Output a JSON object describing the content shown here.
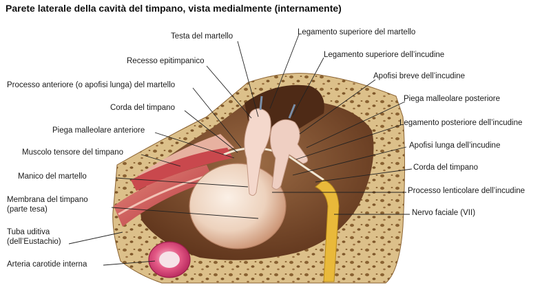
{
  "title": "Parete laterale della cavità del timpano, vista medialmente (internamente)",
  "labels": {
    "testa_martello": "Testa del martello",
    "leg_sup_martello": "Legamento superiore del martello",
    "recesso": "Recesso epitimpanico",
    "leg_sup_incudine": "Legamento superiore dell’incudine",
    "apofisi_breve": "Apofisi breve dell’incudine",
    "processo_anteriore": "Processo anteriore (o apofisi lunga) del martello",
    "piega_post": "Piega malleolare posteriore",
    "corda_timpano_1": "Corda del timpano",
    "leg_post_incudine": "Legamento posteriore dell’incudine",
    "piega_ant": "Piega malleolare anteriore",
    "apofisi_lunga": "Apofisi lunga dell’incudine",
    "muscolo_tensore": "Muscolo tensore del timpano",
    "corda_timpano_2": "Corda del timpano",
    "manico": "Manico del martello",
    "processo_lenticolare": "Processo lenticolare dell’incudine",
    "membrana_1": "Membrana del timpano",
    "membrana_2": "(parte tesa)",
    "nervo_faciale": "Nervo faciale (VII)",
    "tuba_1": "Tuba uditiva",
    "tuba_2": "(dell’Eustachio)",
    "arteria": "Arteria carotide interna"
  },
  "colors": {
    "bone": "#dcc08a",
    "bone_pores": "#8a6232",
    "cavity": "#7a4a2c",
    "membrane": "#f2ddcc",
    "ossicle": "#f4d8cc",
    "muscle": "#c9484d",
    "nerve": "#e9b93a",
    "artery": "#e0457a"
  }
}
